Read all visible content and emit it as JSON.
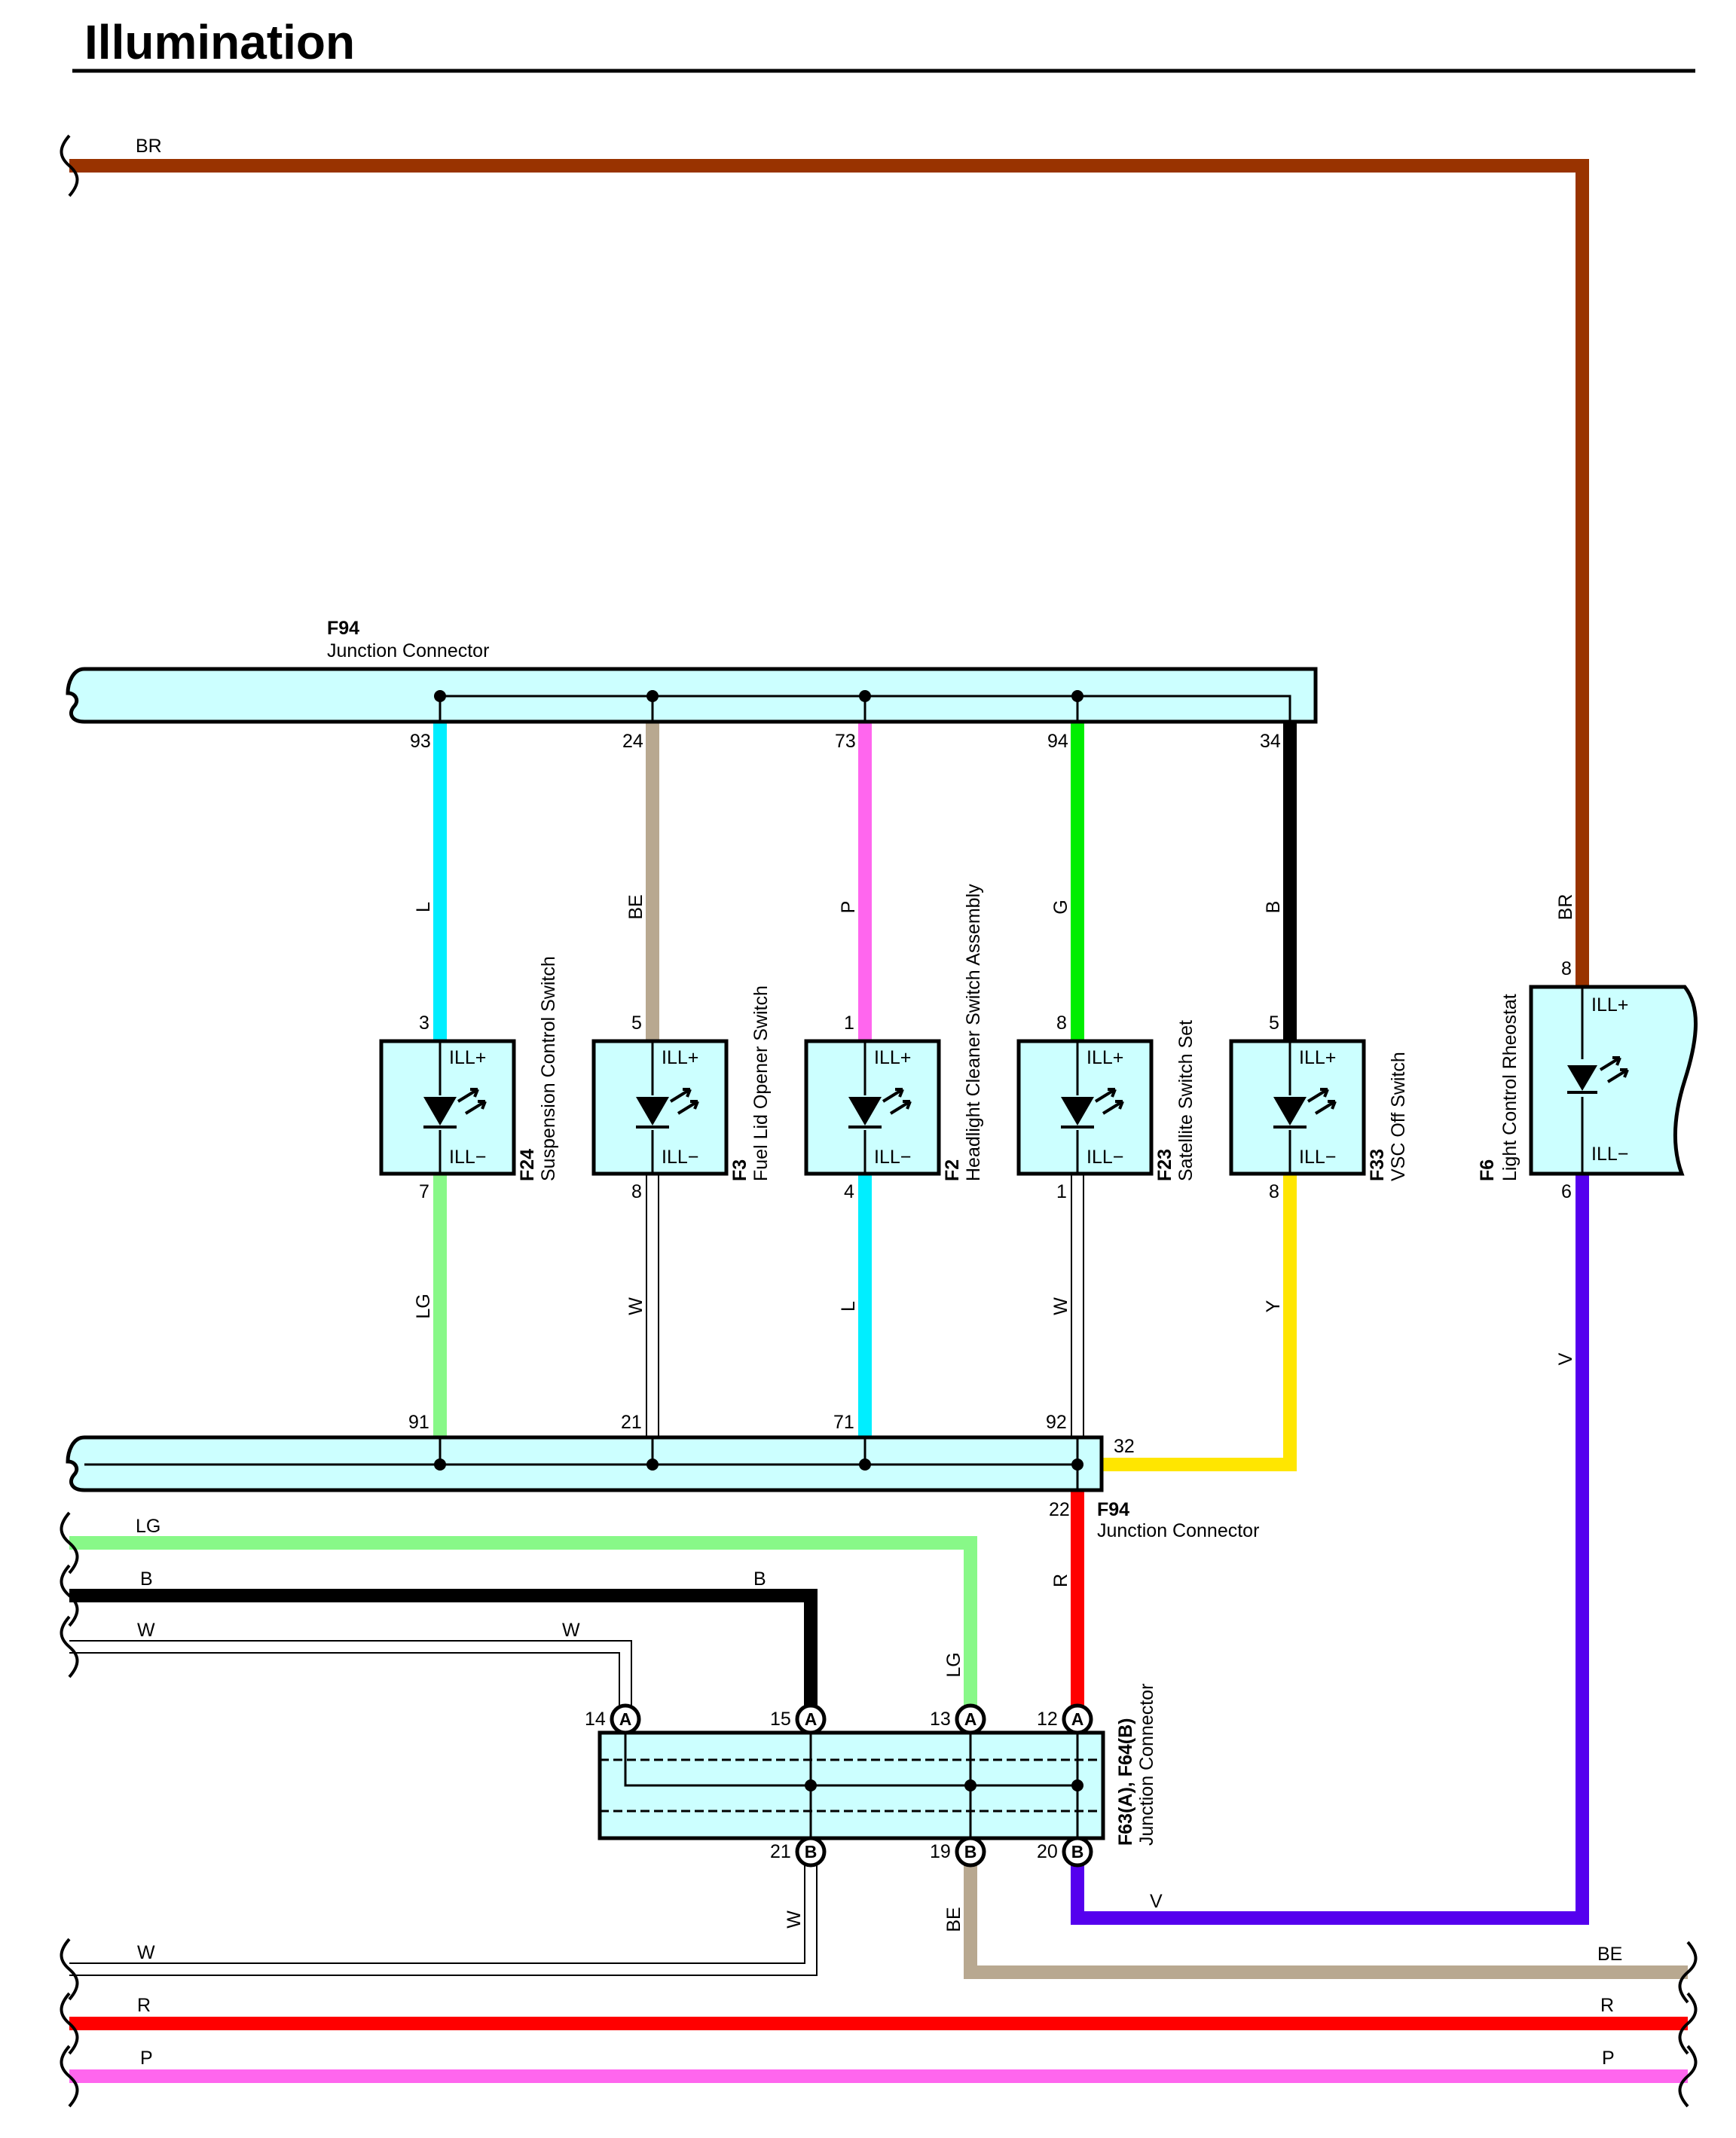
{
  "title": "Illumination",
  "colors": {
    "BR": "#993300",
    "L": "#00eeff",
    "BE": "#b8a890",
    "P": "#ff66ee",
    "G": "#00ee00",
    "B": "#000000",
    "LG": "#88f888",
    "W": "#ffffff",
    "Y": "#ffe600",
    "R": "#ff0000",
    "V": "#5500ee",
    "box": "#ccffff"
  },
  "connectors": {
    "f94_top": {
      "code": "F94",
      "name": "Junction Connector"
    },
    "f94_bottom": {
      "code": "F94",
      "name": "Junction Connector"
    },
    "f63": {
      "code": "F63(A), F64(B)",
      "name": "Junction Connector"
    }
  },
  "switches": [
    {
      "code": "F24",
      "name": "Suspension Control Switch",
      "ill_plus": "ILL+",
      "ill_minus": "ILL−",
      "pin_in": "3",
      "pin_out": "7",
      "top_pin": "93",
      "top_color": "L",
      "bottom_pin": "91",
      "bottom_color": "LG"
    },
    {
      "code": "F3",
      "name": "Fuel Lid Opener Switch",
      "ill_plus": "ILL+",
      "ill_minus": "ILL−",
      "pin_in": "5",
      "pin_out": "8",
      "top_pin": "24",
      "top_color": "BE",
      "bottom_pin": "21",
      "bottom_color": "W"
    },
    {
      "code": "F2",
      "name": "Headlight Cleaner Switch Assembly",
      "ill_plus": "ILL+",
      "ill_minus": "ILL−",
      "pin_in": "1",
      "pin_out": "4",
      "top_pin": "73",
      "top_color": "P",
      "bottom_pin": "71",
      "bottom_color": "L"
    },
    {
      "code": "F23",
      "name": "Satellite Switch Set",
      "ill_plus": "ILL+",
      "ill_minus": "ILL−",
      "pin_in": "8",
      "pin_out": "1",
      "top_pin": "94",
      "top_color": "G",
      "bottom_pin": "92",
      "bottom_color": "W"
    },
    {
      "code": "F33",
      "name": "VSC Off Switch",
      "ill_plus": "ILL+",
      "ill_minus": "ILL−",
      "pin_in": "5",
      "pin_out": "8",
      "top_pin": "34",
      "top_color": "B",
      "bottom_pin": "32",
      "bottom_color": "Y"
    }
  ],
  "rheostat": {
    "code": "F6",
    "name": "Light Control Rheostat",
    "ill_plus": "ILL+",
    "ill_minus": "ILL−",
    "pin_in": "8",
    "pin_out": "6",
    "wire_in": "BR",
    "wire_out": "V"
  },
  "f94_extra": {
    "pin_r": "22",
    "wire_r": "R"
  },
  "f63_pins": {
    "a14": "14",
    "a15": "15",
    "a13": "13",
    "a12": "12",
    "b21": "21",
    "b19": "19",
    "b20": "20",
    "letter_a": "A",
    "letter_b": "B"
  },
  "left_wires": {
    "br": "BR",
    "lg": "LG",
    "b": "B",
    "b_end": "B",
    "w": "W",
    "w_end": "W",
    "lg_vert": "LG",
    "w_bottom": "W",
    "w_bottom_vert": "W",
    "be_vert": "BE",
    "v_bottom": "V"
  },
  "bottom_wires": {
    "be_right": "BE",
    "r_left": "R",
    "r_right": "R",
    "p_left": "P",
    "p_right": "P"
  }
}
